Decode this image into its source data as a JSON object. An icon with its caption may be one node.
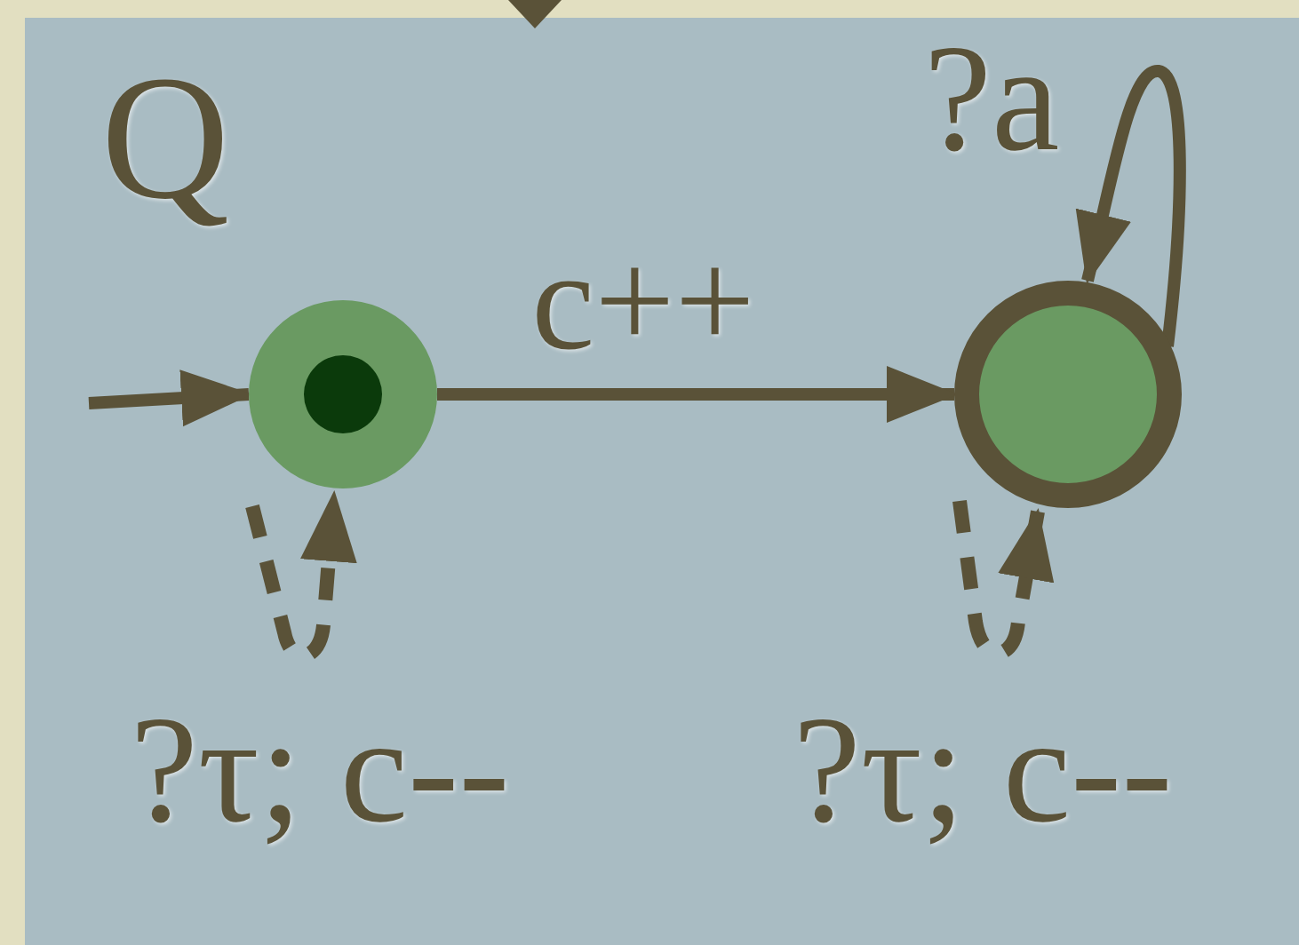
{
  "diagram": {
    "nodes": [
      {
        "text": [],
        "shape": "circle"
      },
      {
        "text": [],
        "shape": "circle"
      }
    ],
    "edges": [
      {
        "from": null,
        "to": 0,
        "arrow": "to"
      },
      {
        "from": 0,
        "to": 1,
        "arrow": "to",
        "label": "c++"
      },
      {
        "from": 1,
        "to": 1,
        "arrow": "to",
        "label": "?a"
      },
      {
        "from": 0,
        "to": 0,
        "arrow": "to",
        "style": "dashed",
        "label": "?τ; c--"
      },
      {
        "from": 1,
        "to": 1,
        "arrow": "to",
        "style": "dashed",
        "label": "?τ; c--"
      }
    ],
    "labels": [
      "Q"
    ]
  }
}
